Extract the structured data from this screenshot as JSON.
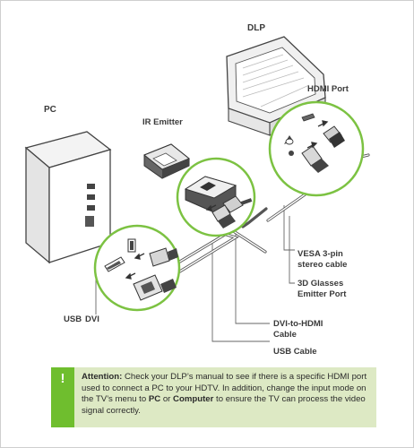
{
  "labels": {
    "dlp": "DLP",
    "hdmi_port": "HDMI Port",
    "pc": "PC",
    "ir_emitter": "IR Emitter",
    "usb": "USB",
    "dvi": "DVI",
    "vesa_line1": "VESA 3-pin",
    "vesa_line2": "stereo cable",
    "glasses_line1": "3D Glasses",
    "glasses_line2": "Emitter Port",
    "dvi_hdmi_line1": "DVI-to-HDMI",
    "dvi_hdmi_line2": "Cable",
    "usb_cable": "USB Cable"
  },
  "note": {
    "icon": "!",
    "lead": "Attention:",
    "text1": " Check your DLP’s manual to see if there is a specific HDMI port used to connect a PC to your HDTV. In addition, change the input mode on the TV’s menu to ",
    "pc": "PC",
    "or": " or ",
    "computer": "Computer",
    "text2": " to ensure the TV can process the video signal correctly."
  },
  "colors": {
    "accent": "#6fbe2e",
    "note_bg": "#dde9c4",
    "line": "#555555"
  }
}
